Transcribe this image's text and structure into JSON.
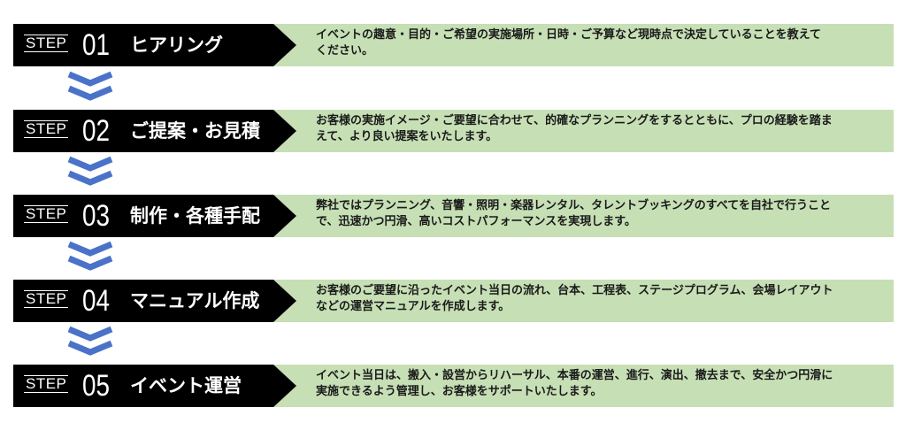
{
  "steps": [
    {
      "label": "STEP",
      "number": "01",
      "title": "ヒアリング",
      "lines": [
        "イベントの趣意・目的・ご希望の実施場所・日時・ご予算など現時点で決定していることを教えて",
        "ください。"
      ]
    },
    {
      "label": "STEP",
      "number": "02",
      "title": "ご提案・お見積",
      "lines": [
        "お客様の実施イメージ・ご要望に合わせて、的確なプランニングをするとともに、プロの経験を踏ま",
        "えて、より良い提案をいたします。"
      ]
    },
    {
      "label": "STEP",
      "number": "03",
      "title": "制作・各種手配",
      "lines": [
        "弊社ではプランニング、音響・照明・楽器レンタル、タレントブッキングのすべてを自社で行うこと",
        "で、迅速かつ円滑、高いコストパフォーマンスを実現します。"
      ]
    },
    {
      "label": "STEP",
      "number": "04",
      "title": "マニュアル作成",
      "lines": [
        "お客様のご要望に沿ったイベント当日の流れ、台本、工程表、ステージプログラム、会場レイアウト",
        "などの運営マニュアルを作成します。"
      ]
    },
    {
      "label": "STEP",
      "number": "05",
      "title": "イベント運営",
      "lines": [
        "イベント当日は、搬入・設営からリハーサル、本番の運営、進行、演出、撤去まで、安全かつ円滑に",
        "実施できるよう管理し、お客様をサポートいたします。"
      ]
    }
  ],
  "colors": {
    "badge": "#000000",
    "description_bg": "#c6dfb5",
    "chevron": "#4a72c8"
  },
  "icons": {
    "connector": "double-chevron-down-icon"
  }
}
